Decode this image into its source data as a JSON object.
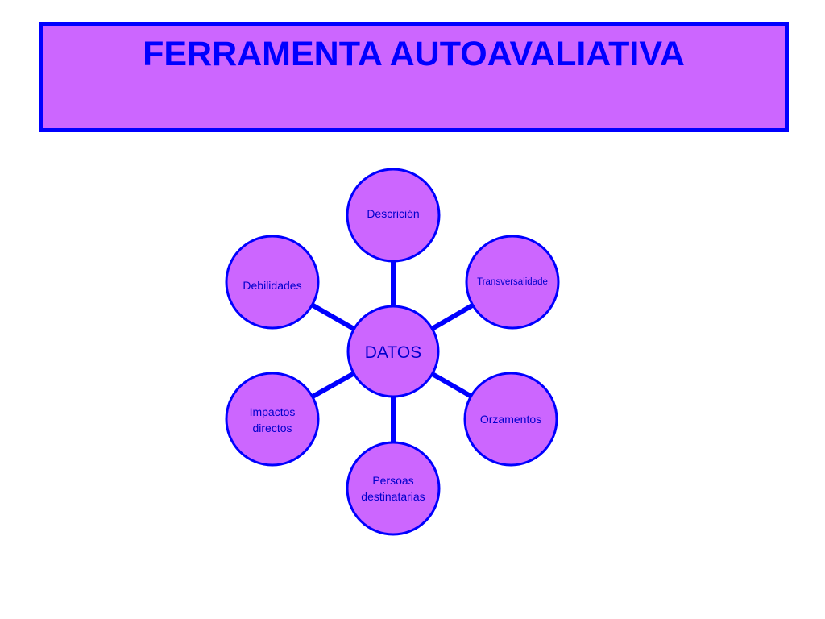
{
  "title": "FERRAMENTA AUTOAVALIATIVA",
  "colors": {
    "fill": "#cc66ff",
    "stroke": "#0000ff",
    "text": "#0000cc"
  },
  "diagram": {
    "center": {
      "label": [
        "DATOS"
      ]
    },
    "nodes": [
      {
        "id": "descricion",
        "label": [
          "Descrición"
        ]
      },
      {
        "id": "transversalidade",
        "label": [
          "Transversalidade"
        ]
      },
      {
        "id": "orzamentos",
        "label": [
          "Orzamentos"
        ]
      },
      {
        "id": "persoas-destinatarias",
        "label": [
          "Persoas",
          "destinatarias"
        ]
      },
      {
        "id": "impactos-directos",
        "label": [
          "Impactos",
          "directos"
        ]
      },
      {
        "id": "debilidades",
        "label": [
          "Debilidades"
        ]
      }
    ]
  }
}
